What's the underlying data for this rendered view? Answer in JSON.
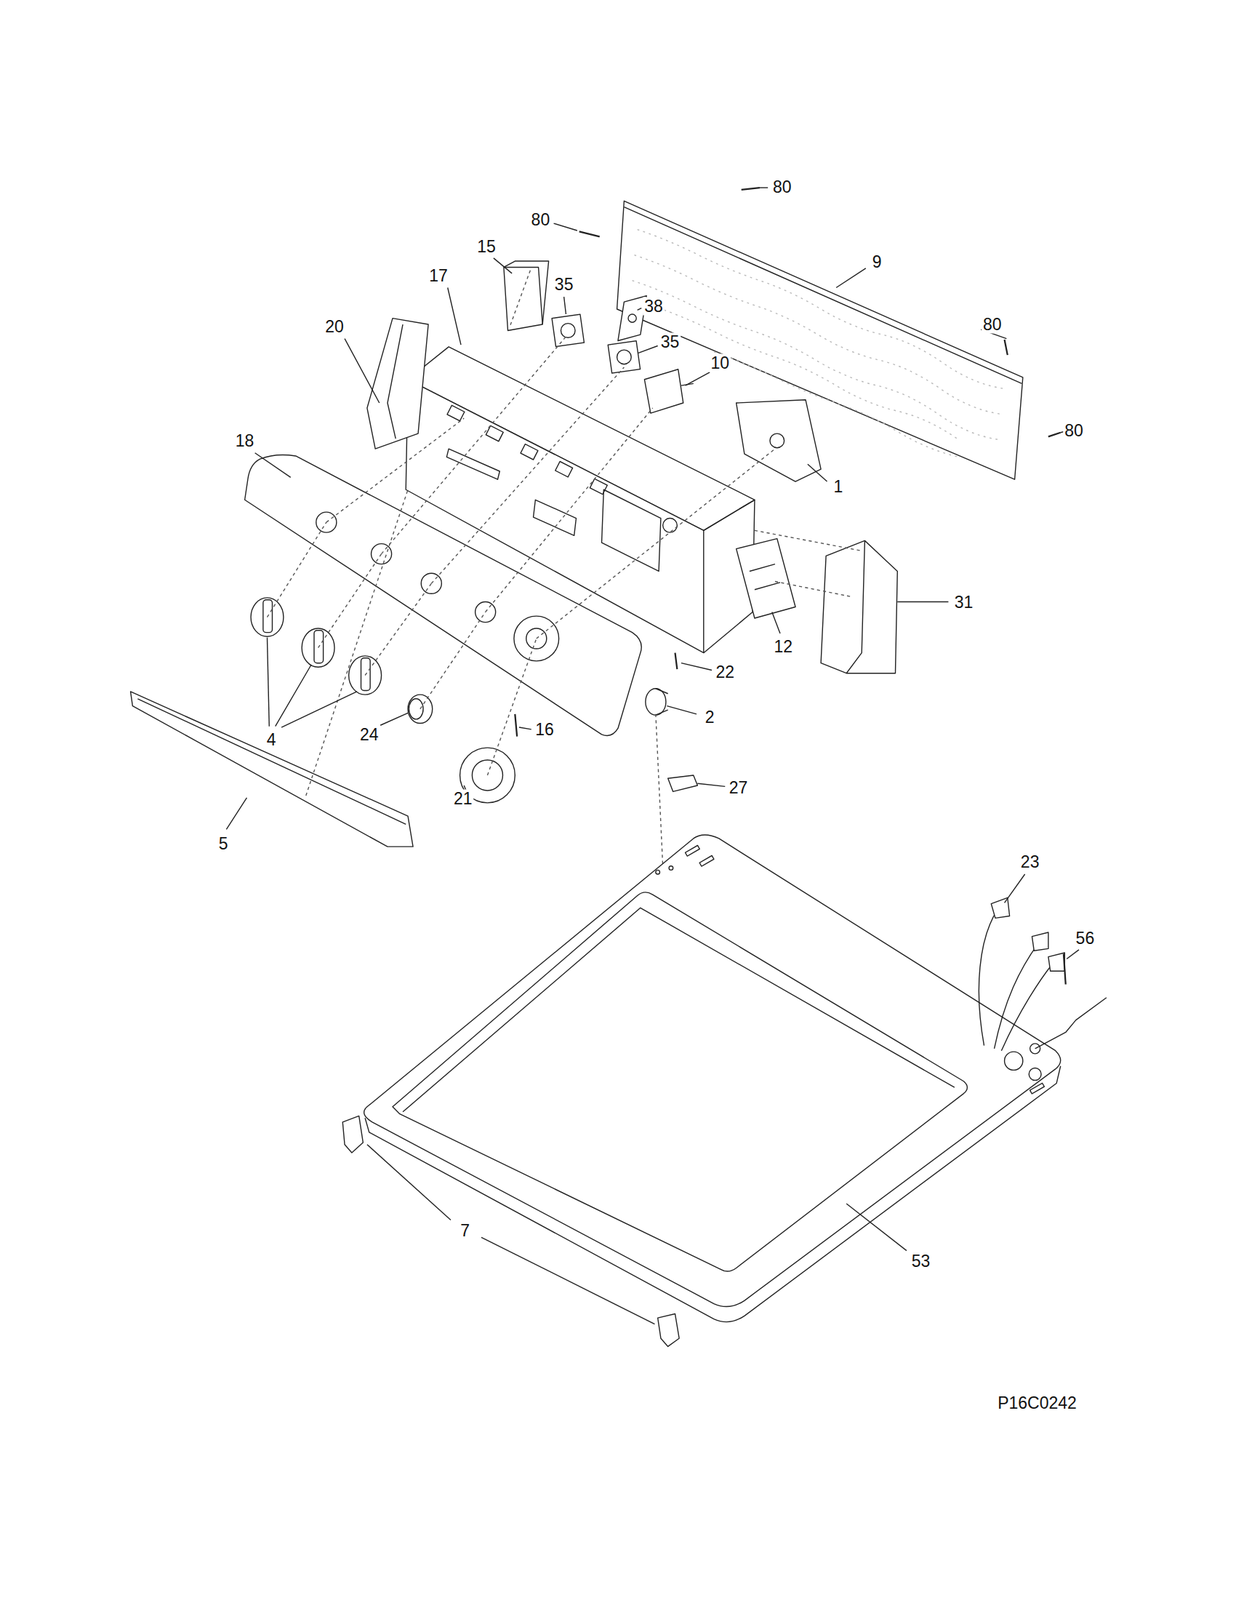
{
  "diagram": {
    "labels": [
      "80",
      "80",
      "9",
      "15",
      "35",
      "38",
      "35",
      "17",
      "10",
      "20",
      "80",
      "18",
      "80",
      "1",
      "31",
      "12",
      "22",
      "2",
      "4",
      "24",
      "16",
      "21",
      "27",
      "5",
      "23",
      "56",
      "7",
      "53",
      "P16C0242"
    ]
  }
}
